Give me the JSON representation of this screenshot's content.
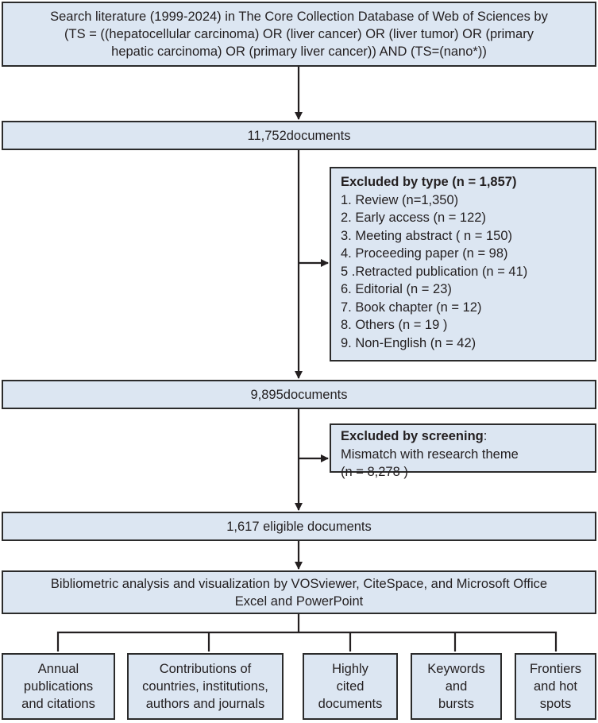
{
  "search": {
    "lines": [
      "Search literature (1999-2024) in The Core Collection Database of Web of Sciences by",
      "(TS = ((hepatocellular carcinoma) OR (liver cancer) OR (liver tumor) OR (primary",
      "hepatic carcinoma) OR (primary liver cancer)) AND (TS=(nano*))"
    ]
  },
  "step1": "11,752documents",
  "excluded_type": {
    "title": "Excluded by type (n = 1,857)",
    "items": [
      "1. Review  (n=1,350)",
      "2. Early access (n = 122)",
      "3. Meeting abstract ( n = 150)",
      "4. Proceeding paper (n = 98)",
      "5 .Retracted publication (n = 41)",
      "6. Editorial (n = 23)",
      "7. Book chapter (n = 12)",
      "8. Others (n = 19 )",
      "9. Non-English (n = 42)"
    ]
  },
  "step2": "9,895documents",
  "excluded_screening": {
    "title": "Excluded by screening",
    "colon": ":",
    "reason": "Mismatch with research theme",
    "count": "(n = 8,278 )"
  },
  "step3": "1,617 eligible documents",
  "analysis": {
    "lines": [
      "Bibliometric analysis and visualization by VOSviewer, CiteSpace, and Microsoft Office",
      "Excel and PowerPoint"
    ]
  },
  "outputs": [
    {
      "lines": [
        "Annual",
        "publications",
        "and citations"
      ]
    },
    {
      "lines": [
        "Contributions of",
        "countries, institutions,",
        "authors and journals"
      ]
    },
    {
      "lines": [
        "Highly",
        "cited",
        "documents"
      ]
    },
    {
      "lines": [
        "Keywords",
        "and",
        "bursts"
      ]
    },
    {
      "lines": [
        "Frontiers",
        "and hot",
        "spots"
      ]
    }
  ]
}
